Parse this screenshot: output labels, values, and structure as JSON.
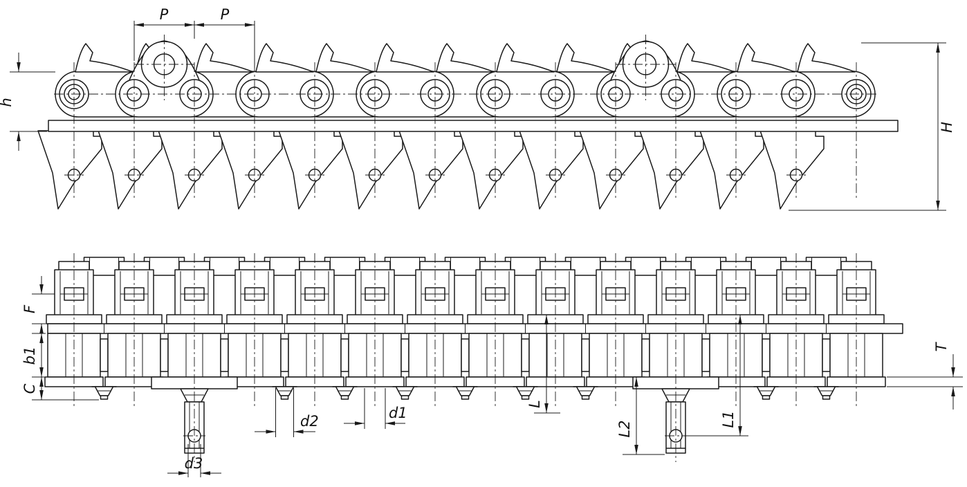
{
  "colors": {
    "line": "#1a1a1a",
    "background": "#ffffff"
  },
  "views": {
    "side": {
      "dims": {
        "pitch_1": "P",
        "pitch_2": "P",
        "plate_height": "h",
        "overall_height": "H"
      }
    },
    "plan": {
      "dims": {
        "attachment_offset": "F",
        "inner_width": "b1",
        "plate_offset": "C",
        "plate_thickness": "T",
        "pin_diameter": "d1",
        "screw_diameter": "d2",
        "hole_diameter": "d3",
        "pin_length": "L",
        "pin_length_1": "L1",
        "pin_length_2": "L2"
      }
    }
  }
}
